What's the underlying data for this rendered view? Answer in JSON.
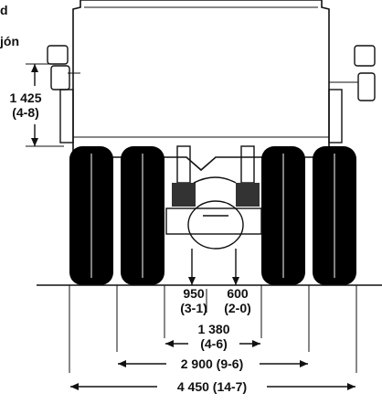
{
  "corner_label": {
    "line1": "d",
    "line2": "jón"
  },
  "dimensions": {
    "height_mm": "1 425",
    "height_ftin": "(4-8)",
    "ground_clearance_mm": "950",
    "ground_clearance_ftin": "(3-1)",
    "axle_clearance_mm": "600",
    "axle_clearance_ftin": "(2-0)",
    "inner_track_mm": "1 380",
    "inner_track_ftin": "(4-6)",
    "track_width": "2 900 (9-6)",
    "overall_width": "4 450 (14-7)"
  }
}
